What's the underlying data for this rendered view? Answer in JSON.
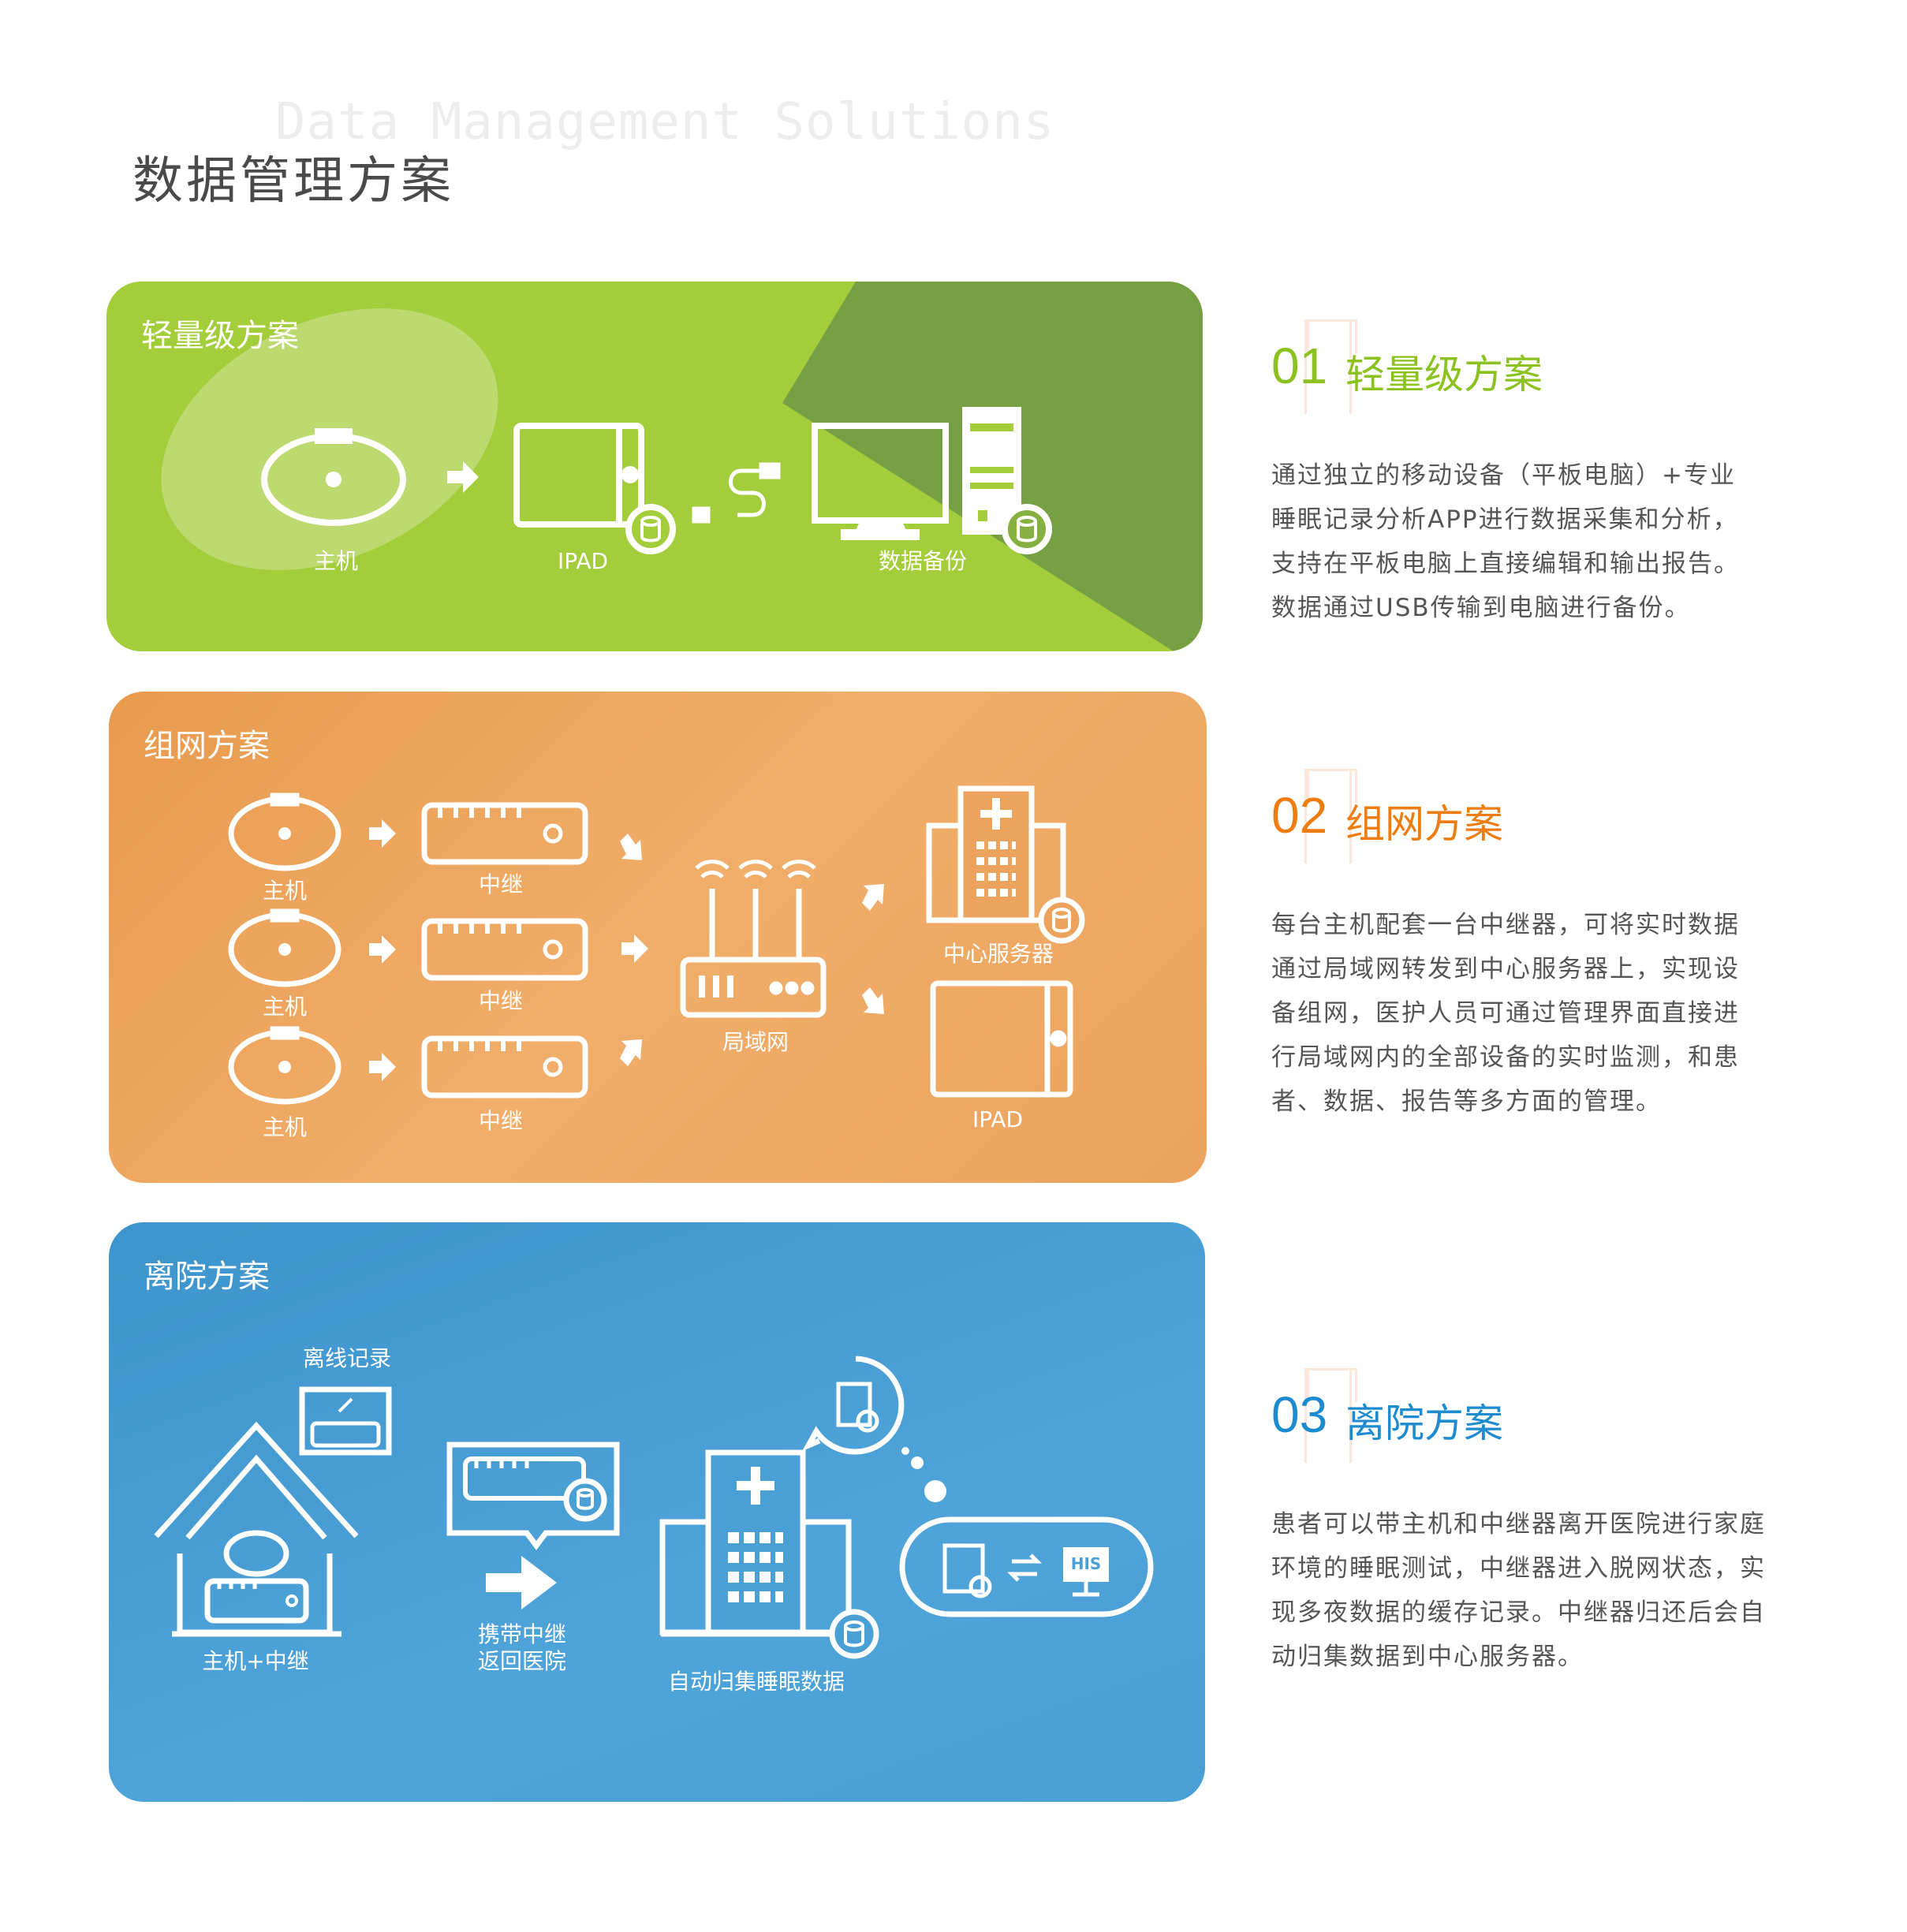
{
  "page": {
    "watermark": "Data Management Solutions",
    "title": "数据管理方案"
  },
  "colors": {
    "green": "#8cc21f",
    "orange": "#ee7d11",
    "blue": "#1d8bd0"
  },
  "panels": [
    {
      "title": "轻量级方案",
      "labels": {
        "host": "主机",
        "ipad": "IPAD",
        "backup": "数据备份"
      }
    },
    {
      "title": "组网方案",
      "labels": {
        "host": "主机",
        "relay": "中继",
        "lan": "局域网",
        "server": "中心服务器",
        "ipad": "IPAD"
      }
    },
    {
      "title": "离院方案",
      "labels": {
        "offline": "离线记录",
        "home": "主机+中继",
        "carry1": "携带中继",
        "carry2": "返回医院",
        "collect": "自动归集睡眠数据",
        "his": "HIS"
      }
    }
  ],
  "sections": [
    {
      "num": "01",
      "title": "轻量级方案",
      "lines": [
        "通过独立的移动设备（平板电脑）+专业",
        "睡眠记录分析APP进行数据采集和分析，",
        "支持在平板电脑上直接编辑和输出报告。",
        "数据通过USB传输到电脑进行备份。"
      ]
    },
    {
      "num": "02",
      "title": "组网方案",
      "lines": [
        "每台主机配套一台中继器，可将实时数据",
        "通过局域网转发到中心服务器上，实现设",
        "备组网，医护人员可通过管理界面直接进",
        "行局域网内的全部设备的实时监测，和患",
        "者、数据、报告等多方面的管理。"
      ]
    },
    {
      "num": "03",
      "title": "离院方案",
      "lines": [
        "患者可以带主机和中继器离开医院进行家庭",
        "环境的睡眠测试，中继器进入脱网状态，实",
        "现多夜数据的缓存记录。中继器归还后会自",
        "动归集数据到中心服务器。"
      ]
    }
  ]
}
